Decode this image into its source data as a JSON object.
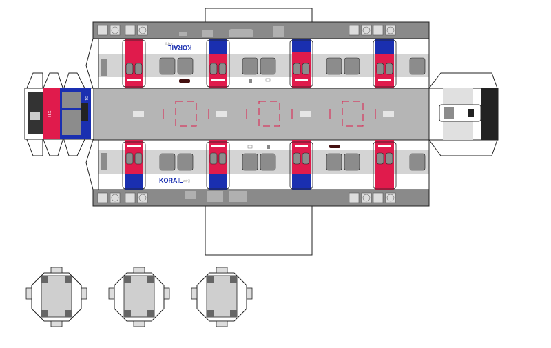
{
  "model": {
    "brand_text": "KORAIL",
    "brand_subtext": "코레일",
    "nose_text": "ITX",
    "nose_number": "31",
    "colors": {
      "red": "#e01b4c",
      "blue": "#1a2fb0",
      "roof_gray": "#8a8a8a",
      "window_gray": "#8c8c8c",
      "stripe_gray": "#d4d4d4",
      "floor_gray": "#b5b5b5",
      "bogie_gray": "#cfcfcf",
      "outline": "#222222"
    },
    "counts": {
      "doors_per_side": 4,
      "window_pairs_per_side": 5,
      "bogie_pieces": 3
    }
  }
}
